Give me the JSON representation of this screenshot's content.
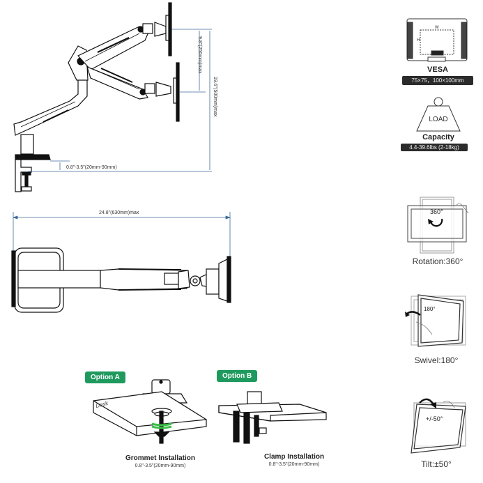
{
  "side_view": {
    "dimension_height_gap": "9.8\"(250mm)max",
    "dimension_total_height": "19.6\"(500mm)max",
    "dimension_desk_thickness": "0.8\"-3.5\"(20mm-90mm)"
  },
  "top_view": {
    "dimension_reach": "24.8\"(630mm)max"
  },
  "features": {
    "vesa": {
      "icon": "monitor-vesa-icon",
      "title": "VESA",
      "value": "75×75，100×100mm",
      "icon_labels": {
        "w": "W",
        "h": "H"
      }
    },
    "capacity": {
      "icon": "weight-load-icon",
      "icon_label": "LOAD",
      "title": "Capacity",
      "value": "4.4-39.6lbs (2-18kg)"
    },
    "rotation": {
      "icon": "rotation-icon",
      "icon_label": "360°",
      "caption": "Rotation:360°"
    },
    "swivel": {
      "icon": "swivel-icon",
      "icon_label": "180°",
      "caption": "Swivel:180°"
    },
    "tilt": {
      "icon": "tilt-icon",
      "icon_label": "+/-50°",
      "caption": "Tilt:±50°"
    }
  },
  "installation": {
    "option_a": {
      "badge": "Option A",
      "desk_label": "Desk",
      "title": "Grommet Installation",
      "range": "0.8\"-3.5\"(20mm-90mm)"
    },
    "option_b": {
      "badge": "Option B",
      "title": "Clamp Installation",
      "range": "0.8\"-3.5\"(20mm-90mm)"
    }
  },
  "colors": {
    "dimension_line": "#3b6a9a",
    "option_badge": "#1f9a5e",
    "dark_badge": "#2b2b2b",
    "rotate_arrow_green": "#3cbf4a"
  }
}
